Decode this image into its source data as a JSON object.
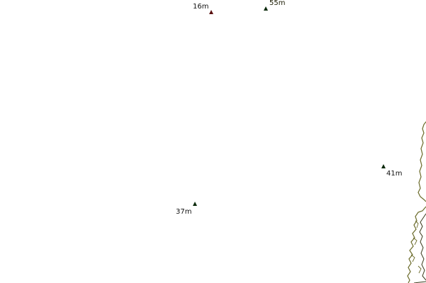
{
  "map": {
    "peaks": [
      {
        "id": "peak-16",
        "label": "16m"
      },
      {
        "id": "peak-55",
        "label": "55m"
      },
      {
        "id": "peak-41",
        "label": "41m"
      },
      {
        "id": "peak-37",
        "label": "37m"
      }
    ],
    "colors": {
      "background": "#ffffff",
      "coastline": "#6b6b2a",
      "coast_dark": "#3a3a1a",
      "peak_marker": "#0b2a0b"
    },
    "icons": {
      "peak": "mountain-peak-triangle-icon"
    }
  }
}
